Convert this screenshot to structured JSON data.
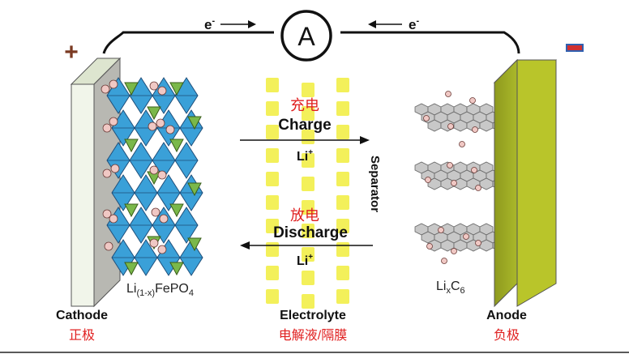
{
  "circuit": {
    "electron_left": "e",
    "electron_right": "e",
    "electron_sup": "-",
    "ammeter": "A"
  },
  "terminals": {
    "positive": "+",
    "negative": "-"
  },
  "charge": {
    "cn": "充电",
    "en": "Charge",
    "ion": "Li",
    "ion_sup": "+"
  },
  "discharge": {
    "cn": "放电",
    "en": "Discharge",
    "ion": "Li",
    "ion_sup": "+"
  },
  "separator": "Separator",
  "cathode_material": {
    "prefix": "Li",
    "sub": "(1-x)",
    "suffix": "FePO",
    "sub2": "4"
  },
  "anode_material": {
    "prefix": "Li",
    "sub": "x",
    "mid": "C",
    "sub2": "6"
  },
  "labels": {
    "cathode_en": "Cathode",
    "cathode_cn": "正极",
    "electrolyte_en": "Electrolyte",
    "electrolyte_cn": "电解液/隔膜",
    "anode_en": "Anode",
    "anode_cn": "负极"
  },
  "colors": {
    "cathode_plate": "#f1f5ea",
    "anode_plate": "#b9c52a",
    "octahedron": "#3aa0d8",
    "tetrahedron": "#7ab84a",
    "ion": "#f0c8c4",
    "graphene": "#c8c8c8",
    "separator_dash": "#f3f05a",
    "cn_text": "#e02020"
  }
}
